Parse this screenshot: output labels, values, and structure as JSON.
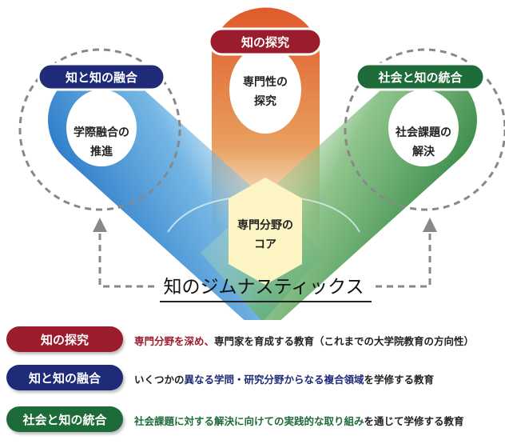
{
  "diagram": {
    "top_label": "知の探究",
    "top_body": [
      "専門性の",
      "探究"
    ],
    "left_label": "知と知の融合",
    "left_body": [
      "学際融合の",
      "推進"
    ],
    "right_label": "社会と知の統合",
    "right_body": [
      "社会課題の",
      "解決"
    ],
    "core": [
      "専門分野の",
      "コア"
    ],
    "title": "知のジムナスティックス"
  },
  "legend": [
    {
      "label": "知の探究",
      "color": "#9b1c2c",
      "parts": [
        {
          "text": "専門分野を深め、",
          "color": "#9b1c2c"
        },
        {
          "text": "専門家を育成する教育（これまでの大学院教育の方向性）",
          "color": "#222222"
        }
      ]
    },
    {
      "label": "知と知の融合",
      "color": "#1f2a78",
      "parts": [
        {
          "text": "いくつかの",
          "color": "#222222"
        },
        {
          "text": "異なる学問・研究分野からなる複合領域",
          "color": "#1f2a78"
        },
        {
          "text": "を学修する教育",
          "color": "#222222"
        }
      ]
    },
    {
      "label": "社会と知の統合",
      "color": "#1e6b3a",
      "parts": [
        {
          "text": "社会課題に対する解決に向けての実践的な取り組み",
          "color": "#1e6b3a"
        },
        {
          "text": "を通じて学修する教育",
          "color": "#222222"
        }
      ]
    }
  ],
  "colors": {
    "orange": "#e0703a",
    "blue": "#1f7fd0",
    "green": "#2e8b3e",
    "core": "#fdf5c4",
    "dash": "#888888"
  }
}
